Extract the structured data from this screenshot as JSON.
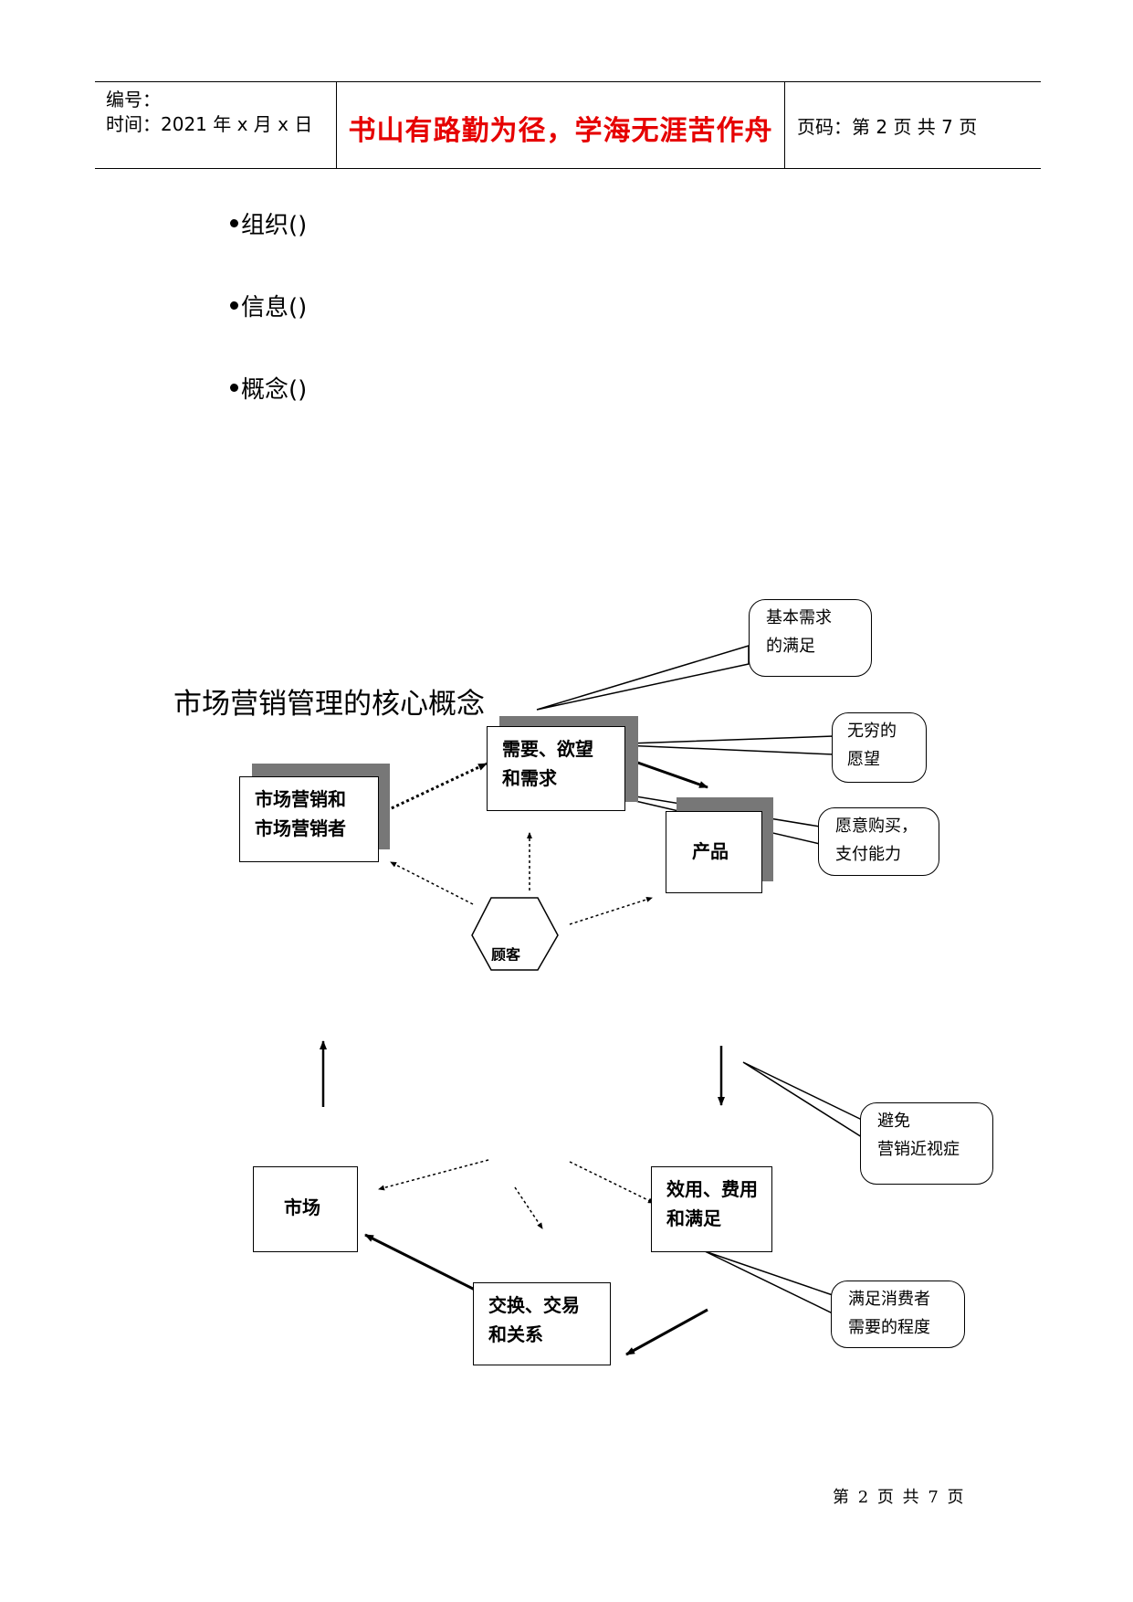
{
  "header": {
    "number_label": "编号：",
    "time_label": "时间：2021 年 x 月 x 日",
    "motto": "书山有路勤为径，学海无涯苦作舟",
    "page_label": "页码：第 2 页  共 7 页"
  },
  "bullets": [
    "组织()",
    "信息()",
    "概念()"
  ],
  "diagram": {
    "title": "市场营销管理的核心概念",
    "boxes": {
      "marketers": [
        "市场营销和",
        "市场营销者"
      ],
      "needs": [
        "需要、欲望",
        "和需求"
      ],
      "product": "产品",
      "utility": [
        "效用、费用",
        "和满足"
      ],
      "market": "市场",
      "exchange": [
        "交换、交易",
        "和关系"
      ]
    },
    "hexagon": "顾客",
    "callouts": {
      "basic_needs": [
        "基本需求",
        "的满足"
      ],
      "infinite_wants": [
        "无穷的",
        "愿望"
      ],
      "willing_to_buy": [
        "愿意购买，",
        "支付能力"
      ],
      "myopia": [
        "避免",
        "营销近视症"
      ],
      "satisfaction": [
        "满足消费者",
        "需要的程度"
      ]
    }
  },
  "footer": "第 2 页 共 7 页"
}
